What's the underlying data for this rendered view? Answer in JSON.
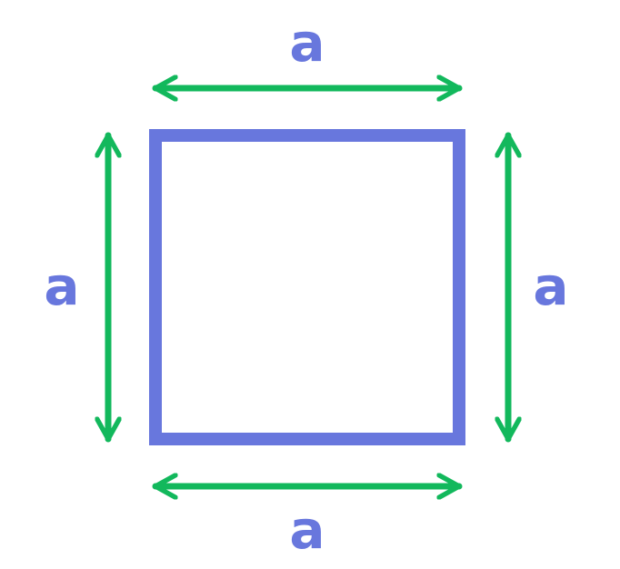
{
  "figure": {
    "side_labels": {
      "top": "a",
      "left": "a",
      "right": "a",
      "bottom": "a"
    },
    "colors": {
      "square_stroke": "#6877dd",
      "arrow": "#12b85c",
      "label": "#6877dd",
      "background": "#ffffff"
    }
  }
}
